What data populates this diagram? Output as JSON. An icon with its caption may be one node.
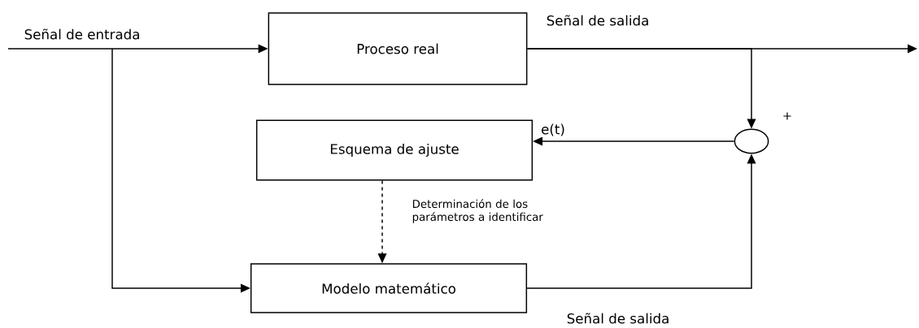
{
  "diagram": {
    "nodes": [
      {
        "text": [
          "Proceso real"
        ]
      },
      {
        "text": [
          "Esquema de ajuste"
        ]
      },
      {
        "text": [
          "Modelo matemático"
        ]
      },
      {
        "text": [],
        "shape": "circle"
      }
    ],
    "edges": [
      {
        "from": null,
        "to": 0,
        "arrow": "to"
      },
      {
        "from": null,
        "to": 2,
        "arrow": "to"
      },
      {
        "from": 0,
        "to": null,
        "arrow": "to",
        "label": "Señal de salida"
      },
      {
        "from": 0,
        "to": 3,
        "arrow": "to"
      },
      {
        "from": 2,
        "to": 3,
        "arrow": "to",
        "label": "Señal de salida"
      },
      {
        "from": 3,
        "to": 1,
        "arrow": "to",
        "label": "e(t)"
      },
      {
        "from": 1,
        "to": 2,
        "arrow": "to",
        "style": "dashed",
        "label": "Determinación de los parámetros a identificar"
      }
    ],
    "labels": [
      "Señal de entrada",
      "+"
    ]
  }
}
